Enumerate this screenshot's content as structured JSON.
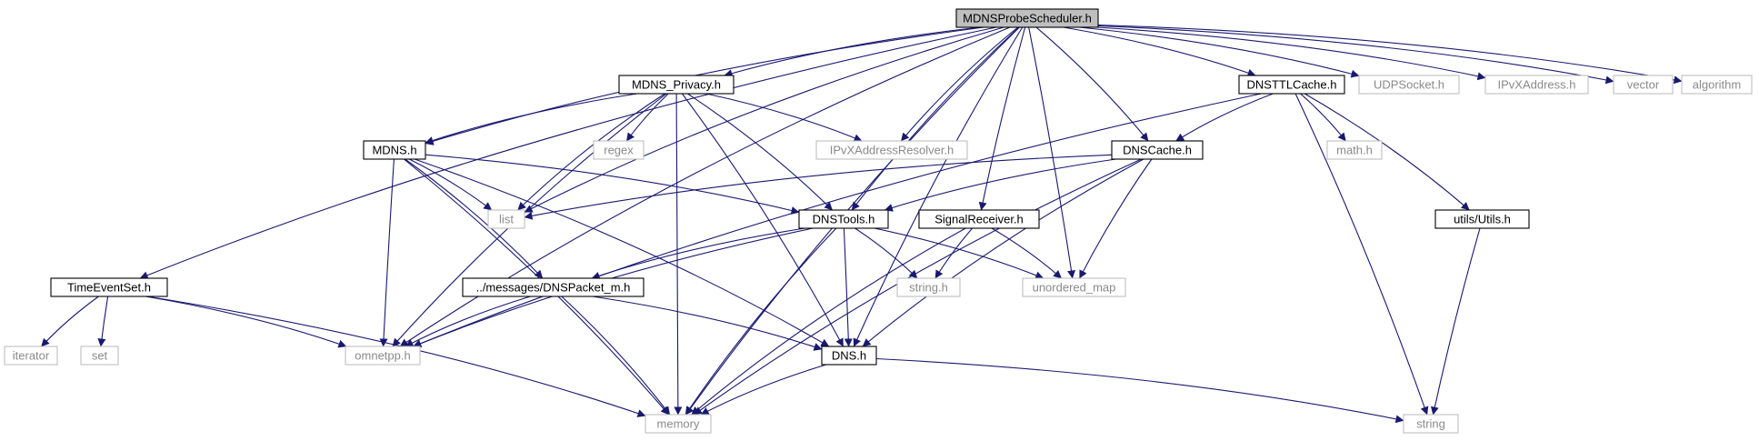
{
  "colors": {
    "edge": "#191970",
    "node_border": "#000000",
    "external_border": "#bfbfbf",
    "root_fill": "#bfbfbf",
    "external_text": "#8a8a8a"
  },
  "nodes": [
    {
      "id": "root",
      "label": "MDNSProbeScheduler.h",
      "kind": "root"
    },
    {
      "id": "privacy",
      "label": "MDNS_Privacy.h",
      "kind": "header"
    },
    {
      "id": "mdns",
      "label": "MDNS.h",
      "kind": "header"
    },
    {
      "id": "dnsttl",
      "label": "DNSTTLCache.h",
      "kind": "header"
    },
    {
      "id": "dnscache",
      "label": "DNSCache.h",
      "kind": "header"
    },
    {
      "id": "dnstools",
      "label": "DNSTools.h",
      "kind": "header"
    },
    {
      "id": "signal",
      "label": "SignalReceiver.h",
      "kind": "header"
    },
    {
      "id": "timeevent",
      "label": "TimeEventSet.h",
      "kind": "header"
    },
    {
      "id": "dnspacket",
      "label": "../messages/DNSPacket_m.h",
      "kind": "header"
    },
    {
      "id": "dns",
      "label": "DNS.h",
      "kind": "header"
    },
    {
      "id": "utils",
      "label": "utils/Utils.h",
      "kind": "header"
    },
    {
      "id": "udpsocket",
      "label": "UDPSocket.h",
      "kind": "external"
    },
    {
      "id": "ipvxaddr",
      "label": "IPvXAddress.h",
      "kind": "external"
    },
    {
      "id": "vector",
      "label": "vector",
      "kind": "external"
    },
    {
      "id": "algorithm",
      "label": "algorithm",
      "kind": "external"
    },
    {
      "id": "regex",
      "label": "regex",
      "kind": "external"
    },
    {
      "id": "ipvxresolver",
      "label": "IPvXAddressResolver.h",
      "kind": "external"
    },
    {
      "id": "mathh",
      "label": "math.h",
      "kind": "external"
    },
    {
      "id": "list",
      "label": "list",
      "kind": "external"
    },
    {
      "id": "stringh",
      "label": "string.h",
      "kind": "external"
    },
    {
      "id": "unordered",
      "label": "unordered_map",
      "kind": "external"
    },
    {
      "id": "iterator",
      "label": "iterator",
      "kind": "external"
    },
    {
      "id": "set",
      "label": "set",
      "kind": "external"
    },
    {
      "id": "omnetpp",
      "label": "omnetpp.h",
      "kind": "external"
    },
    {
      "id": "memory",
      "label": "memory",
      "kind": "external"
    },
    {
      "id": "string",
      "label": "string",
      "kind": "external"
    }
  ],
  "edges": [
    [
      "root",
      "timeevent"
    ],
    [
      "root",
      "memory"
    ],
    [
      "root",
      "omnetpp"
    ],
    [
      "root",
      "mdns"
    ],
    [
      "root",
      "list"
    ],
    [
      "root",
      "privacy"
    ],
    [
      "root",
      "ipvxresolver"
    ],
    [
      "root",
      "dnstools"
    ],
    [
      "root",
      "signal"
    ],
    [
      "root",
      "unordered"
    ],
    [
      "root",
      "dnscache"
    ],
    [
      "root",
      "dns"
    ],
    [
      "root",
      "dnsttl"
    ],
    [
      "root",
      "udpsocket"
    ],
    [
      "root",
      "ipvxaddr"
    ],
    [
      "root",
      "vector"
    ],
    [
      "root",
      "algorithm"
    ],
    [
      "privacy",
      "mdns"
    ],
    [
      "privacy",
      "list"
    ],
    [
      "privacy",
      "omnetpp"
    ],
    [
      "privacy",
      "regex"
    ],
    [
      "privacy",
      "memory"
    ],
    [
      "privacy",
      "ipvxresolver"
    ],
    [
      "privacy",
      "dnstools"
    ],
    [
      "privacy",
      "dns"
    ],
    [
      "mdns",
      "list"
    ],
    [
      "mdns",
      "dnstools"
    ],
    [
      "mdns",
      "omnetpp"
    ],
    [
      "mdns",
      "memory"
    ],
    [
      "mdns",
      "dnspacket"
    ],
    [
      "mdns",
      "dns"
    ],
    [
      "dnsttl",
      "dnscache"
    ],
    [
      "dnsttl",
      "mathh"
    ],
    [
      "dnsttl",
      "string"
    ],
    [
      "dnsttl",
      "utils"
    ],
    [
      "dnsttl",
      "omnetpp"
    ],
    [
      "dnscache",
      "list"
    ],
    [
      "dnscache",
      "dnstools"
    ],
    [
      "dnscache",
      "unordered"
    ],
    [
      "dnscache",
      "dns"
    ],
    [
      "dnscache",
      "memory"
    ],
    [
      "dnstools",
      "omnetpp"
    ],
    [
      "dnstools",
      "dnspacket"
    ],
    [
      "dnstools",
      "stringh"
    ],
    [
      "dnstools",
      "unordered"
    ],
    [
      "dnstools",
      "dns"
    ],
    [
      "dnstools",
      "memory"
    ],
    [
      "signal",
      "stringh"
    ],
    [
      "signal",
      "unordered"
    ],
    [
      "signal",
      "memory"
    ],
    [
      "timeevent",
      "iterator"
    ],
    [
      "timeevent",
      "set"
    ],
    [
      "timeevent",
      "omnetpp"
    ],
    [
      "timeevent",
      "memory"
    ],
    [
      "dnspacket",
      "omnetpp"
    ],
    [
      "dnspacket",
      "dns"
    ],
    [
      "dnspacket",
      "memory"
    ],
    [
      "dns",
      "memory"
    ],
    [
      "dns",
      "string"
    ],
    [
      "utils",
      "string"
    ]
  ]
}
